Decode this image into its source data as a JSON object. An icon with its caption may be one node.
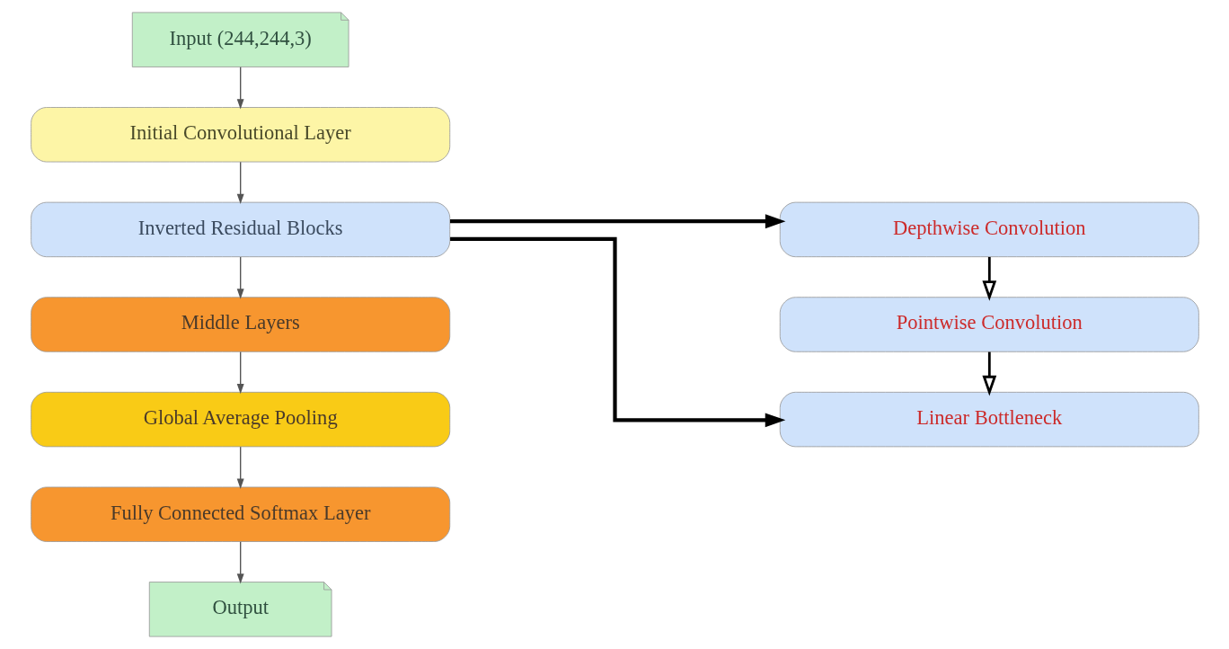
{
  "diagram": {
    "nodes": [
      {
        "text": [
          "Input (244,244,3)"
        ]
      },
      {
        "text": [
          "Initial Convolutional Layer"
        ]
      },
      {
        "text": [
          "Inverted Residual Blocks"
        ]
      },
      {
        "text": [
          "Middle Layers"
        ]
      },
      {
        "text": [
          "Global Average Pooling"
        ]
      },
      {
        "text": [
          "Fully Connected Softmax Layer"
        ]
      },
      {
        "text": [
          "Output"
        ]
      },
      {
        "text": [
          "Depthwise Convolution"
        ]
      },
      {
        "text": [
          "Pointwise Convolution"
        ]
      },
      {
        "text": [
          "Linear Bottleneck"
        ]
      }
    ],
    "edges": [
      {
        "from": 0,
        "to": 1,
        "arrow": "to"
      },
      {
        "from": 1,
        "to": 2,
        "arrow": "to"
      },
      {
        "from": 2,
        "to": 3,
        "arrow": "to"
      },
      {
        "from": 3,
        "to": 4,
        "arrow": "to"
      },
      {
        "from": 4,
        "to": 5,
        "arrow": "to"
      },
      {
        "from": 5,
        "to": 6,
        "arrow": "to"
      },
      {
        "from": 2,
        "to": 7,
        "arrow": "to",
        "style": "thick",
        "color": "#000000"
      },
      {
        "from": 7,
        "to": 8,
        "arrow": "to",
        "color": "#000000"
      },
      {
        "from": 8,
        "to": 9,
        "arrow": "to",
        "color": "#000000"
      },
      {
        "from": 2,
        "to": 9,
        "arrow": "to",
        "style": "thick",
        "color": "#000000"
      }
    ]
  }
}
